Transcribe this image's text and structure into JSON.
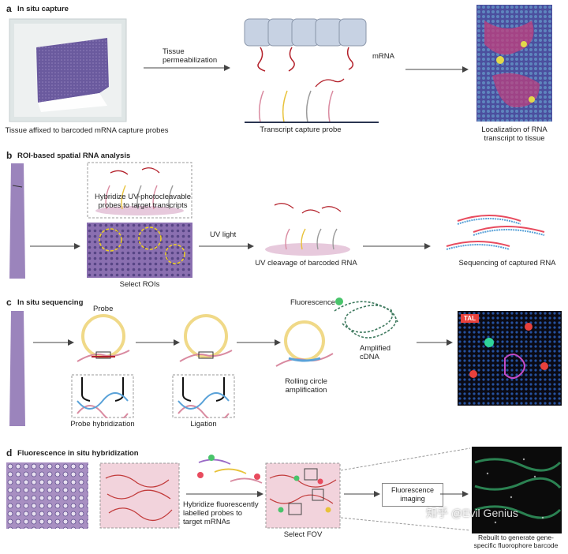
{
  "panels": {
    "a": {
      "letter": "a",
      "title": "In situ capture",
      "caption_left": "Tissue affixed to barcoded mRNA capture probes",
      "arrow_label": "Tissue\npermeabilization",
      "mrna_label": "mRNA",
      "probe_label": "Transcript capture probe",
      "result_label": "Localization of RNA\ntranscript to tissue"
    },
    "b": {
      "letter": "b",
      "title": "ROI-based spatial RNA analysis",
      "hybridize_label": "Hybridize UV-photocleavable\nprobes to target transcripts",
      "select_label": "Select ROIs",
      "uv_label": "UV light",
      "cleavage_label": "UV cleavage of barcoded RNA",
      "seq_label": "Sequencing of captured RNA"
    },
    "c": {
      "letter": "c",
      "title": "In situ sequencing",
      "probe_label": "Probe",
      "fluorescence_label": "Fluorescence",
      "amplified_label": "Amplified\ncDNA",
      "rolling_label": "Rolling circle\namplification",
      "hyb_label": "Probe hybridization",
      "ligation_label": "Ligation",
      "tal_label": "TAL"
    },
    "d": {
      "letter": "d",
      "title": "Fluorescence in situ hybridization",
      "hybridize_label": "Hybridize fluorescently\nlabelled probes to\ntarget mRNAs",
      "select_label": "Select FOV",
      "imaging_label": "Fluorescence\nimaging",
      "rebuilt_label": "Rebuilt to generate gene-\nspecific fluorophore barcode"
    }
  },
  "watermark": "知乎 @Evil Genius",
  "colors": {
    "tissue": "#8a6fb0",
    "probe_red": "#b3202a",
    "probe_yellow": "#e8c23a",
    "probe_grey": "#9a9a9a",
    "cell_blue": "#c7d2e3",
    "pink_bg": "#f2d3dc"
  }
}
